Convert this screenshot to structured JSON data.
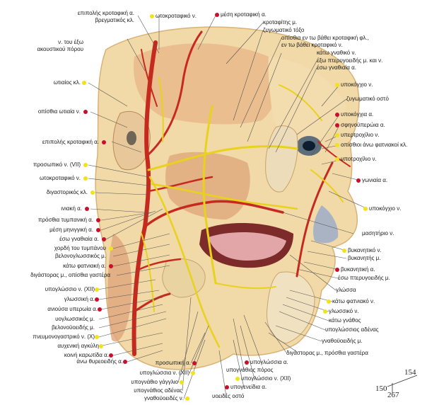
{
  "colors": {
    "artery": "#c8102e",
    "nerve": "#f2e21c"
  },
  "labels": {
    "l1": "επιπολής κροταφική α.",
    "l1b": "βρεγματικός κλ.",
    "l2": "ν. του έξω",
    "l2b": "ακουστικού πόρου",
    "l3": "ωτιαίος κλ.",
    "l4": "οπίσθια ωτιαία ν.",
    "l5": "επιπολής κροταφική α.",
    "l6": "προσωπικό ν. (VII)",
    "l7": "ωτοκροταφικό ν.",
    "l8": "διγαστορικός κλ.",
    "l9": "ινιακή α.",
    "l10": "πρόσθια τυμπανική α.",
    "l11": "μέση μηνιγγική α.",
    "l12": "έσω γναθιαία α.",
    "l13": "χορδή του τυμπάνου",
    "l14": "βελονογλωσσικός μ.",
    "l15": "κάτω φατνιακή α.",
    "l16": "διγάστορας μ., οπίσθια γαστέρα",
    "l17": "υπογλώσσιο ν. (XII)",
    "l18": "γλωσσική α.",
    "l19": "ανιούσα υπερωία α.",
    "l20": "υογλωσσικός μ.",
    "l21": "βελονοϋοειδής μ.",
    "l22": "πνευμονογαστρικό ν. (X)",
    "l23": "αυχενική αγκύλη",
    "l24": "κοινή καρωτίδα α.",
    "l25": "άνω θυρεοειδής α.",
    "t1": "ωτοκροταφικό ν.",
    "t2": "μέση κροταφική α.",
    "t3": "κροταφίτης μ.",
    "t4": "ζυγωματικό τόξο",
    "t5": "οπίσθια εν τω βάθει κροταφική φλ.,",
    "t5b": "εν τω βάθει κροταφικό ν.",
    "t6": "κάτω γναθικό ν.",
    "t7": "έξω πτερυγοειδής μ. και ν.",
    "t8": "έσω γναθιαία α.",
    "r1": "υποκόγχιο ν.",
    "r2": "ζυγωματικό οστό",
    "r3": "υποκόγχια α.",
    "r4": "σφηνοϋπερώια α.",
    "r5": "υπερτροχίλιο ν.",
    "r6": "οπίσθιοι άνω φατνιακοί κλ.",
    "r7": "υποτροχίλιο ν.",
    "r8": "γωνιαία α.",
    "r9": "υποκόγχιο ν.",
    "r10": "μασητήριο ν.",
    "r11": "βυκανητικό ν.",
    "r12": "βυκανητής μ.",
    "r13": "βυκανητική α.",
    "r14": "έσω πτερυγοειδής μ.",
    "r15": "γλώσσα",
    "r16": "κάτω φατνιακό ν.",
    "r17": "γλωσσικό ν.",
    "r18": "κάτω γνάθος",
    "r19": "υπογλώσσιος αδένας",
    "r20": "γναθοϋοειδής μ.",
    "b1": "προσωπική α.",
    "b2": "υπογλώσσια ν. (XII)",
    "b3": "υπογνάθιο γάγγλιο",
    "b4": "υπογνάθιος αδένας",
    "b5": "γναθοϋοειδές ν.",
    "b6": "υοειδές οστό",
    "b7": "υπογενείδια α.",
    "b8": "υπογλώσσιο ν. (XII)",
    "b9": "υπογνάθιος πόρος",
    "b10": "υπογλώσσια α.",
    "b11": "διγάστορας μ., πρόσθια γαστέρα"
  },
  "page_numbers": {
    "p1": "154",
    "p2": "150",
    "p3": "267"
  }
}
